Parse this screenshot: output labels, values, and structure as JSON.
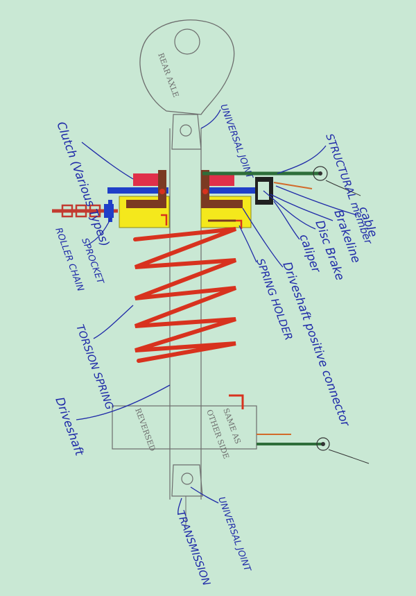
{
  "labels": {
    "rear_axle": "REAR AXLE",
    "universal_joint_top": "UNIVERSAL JOINT",
    "structural_member": "STRUCTURAL member",
    "cable": "cable",
    "brake_line": "Brakeline",
    "disc_brake": "Disc Brake",
    "caliper": "caliper",
    "driveshaft_positive_connector": "Driveshaft positive connector",
    "spring_holder": "SPRING HOLDER",
    "clutch": "Clutch (Various Types)",
    "roller_chain": "ROLLER CHAIN",
    "sprocket": "SPROCKET",
    "torsion_spring": "TORSION SPRING",
    "driveshaft": "Driveshaft",
    "same_as": "SAME AS",
    "other_side": "OTHER SIDE",
    "reversed": "REVERSED",
    "universal_joint_bottom": "UNIVERSAL JOINT",
    "transmission": "TRANSMISSION"
  },
  "colors": {
    "background": "#c9e8d4",
    "pencil": "#6c6c6c",
    "ink_blue": "#1f2aa8",
    "spring_red": "#d8321e",
    "clutch_yellow": "#f4e81c",
    "holder_brown": "#7b3a22",
    "disc_blue": "#1f3fc8",
    "pad_red": "#e0304a",
    "member_green": "#2e6e3a",
    "cable_orange": "#d26a2a"
  }
}
